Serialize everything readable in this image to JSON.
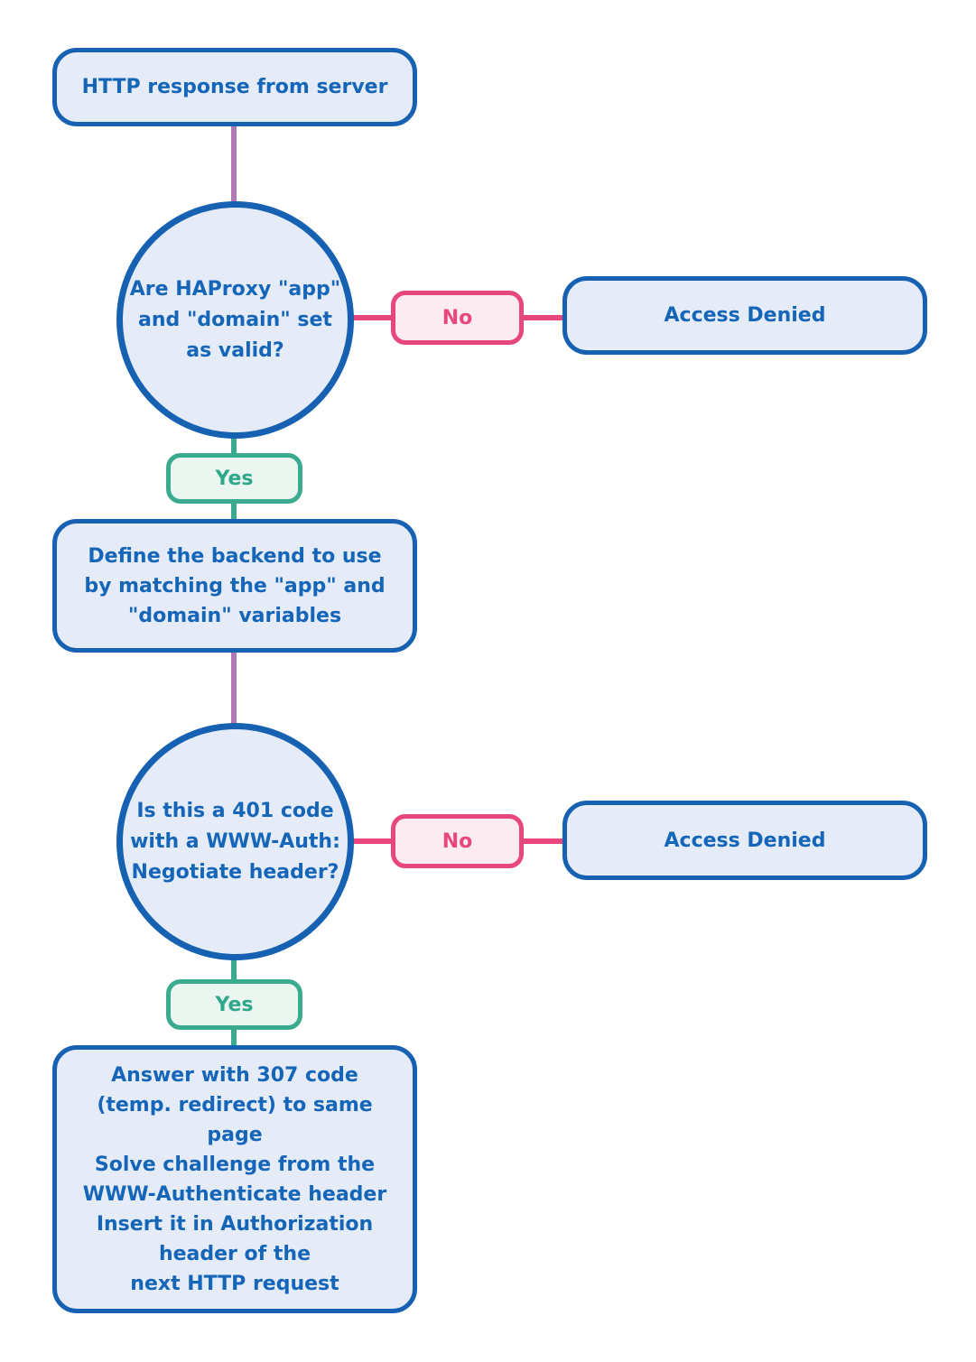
{
  "colors": {
    "node_border_blue": "#1661b2",
    "node_fill_blue": "#e5ebf7",
    "text_blue": "#1565b8",
    "no_accent_pink": "#e8477d",
    "no_fill_pink": "#fdebf2",
    "yes_accent_green": "#3bab8f",
    "yes_fill_green": "#ebf6f1",
    "connector_purple": "#b279b6"
  },
  "flowchart": {
    "start": {
      "label": "HTTP response from server"
    },
    "decision1": {
      "lines": [
        "Are HAProxy \"app\"",
        "and \"domain\" set",
        "as valid?"
      ]
    },
    "no1": {
      "label": "No"
    },
    "access_denied1": {
      "label": "Access Denied"
    },
    "yes1": {
      "label": "Yes"
    },
    "process_define_backend": {
      "lines": [
        "Define the backend to use",
        "by matching the \"app\" and",
        "\"domain\" variables"
      ]
    },
    "decision2": {
      "lines": [
        "Is this a 401 code",
        "with a WWW-Auth:",
        "Negotiate header?"
      ]
    },
    "no2": {
      "label": "No"
    },
    "access_denied2": {
      "label": "Access Denied"
    },
    "yes2": {
      "label": "Yes"
    },
    "process_answer": {
      "lines": [
        "Answer with 307 code",
        "(temp. redirect) to same",
        "page",
        "Solve challenge from the",
        "WWW-Authenticate header",
        "Insert it in Authorization",
        "header of the",
        "next HTTP request"
      ]
    }
  }
}
